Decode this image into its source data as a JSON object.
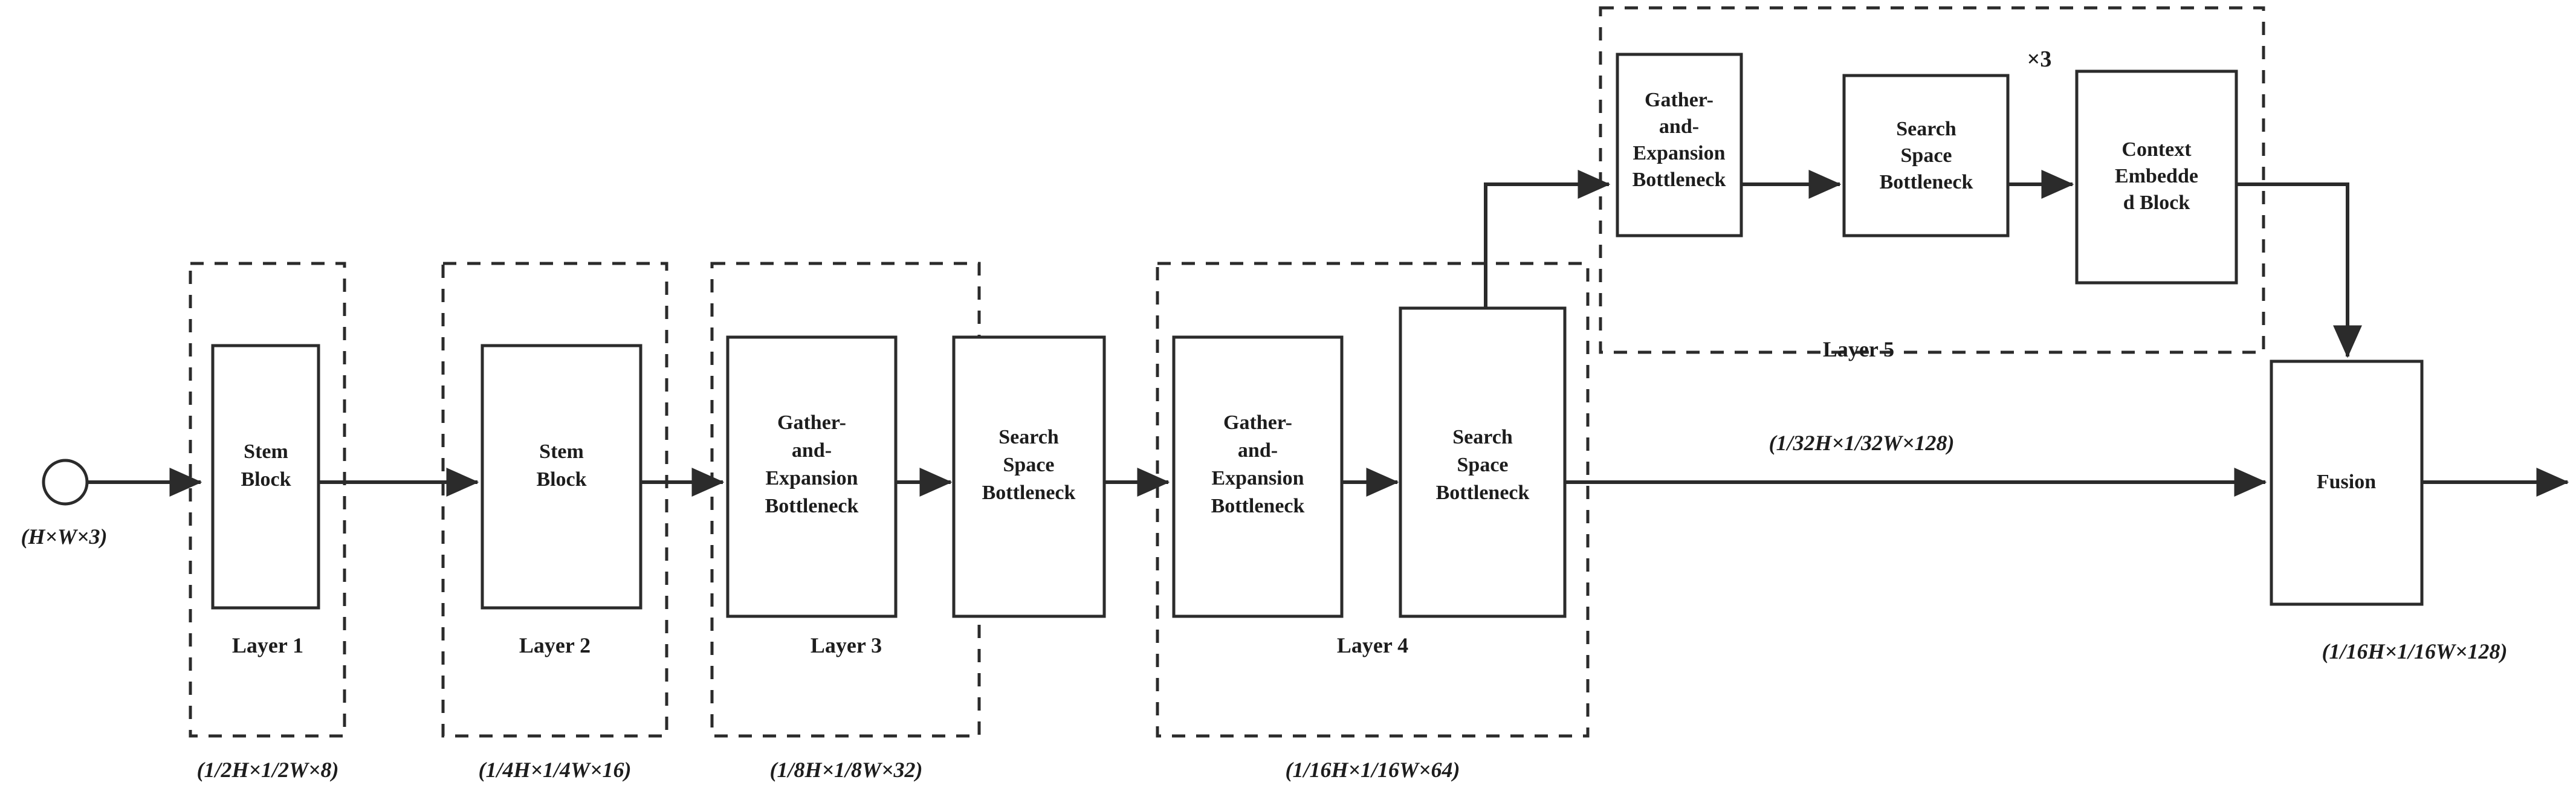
{
  "figure": {
    "type": "network-architecture-block-diagram",
    "background_color": "#ffffff",
    "line_color": "#2b2b2b",
    "text_color": "#1d1d1d"
  },
  "input": {
    "node_name": "input-image",
    "shape": "circle",
    "label": "",
    "dimension_caption": "(H×W×3)"
  },
  "layers": [
    {
      "id": "layer-1",
      "group_label": "Layer 1",
      "dimension_caption": "(1/2H×1/2W×8)",
      "blocks": [
        {
          "id": "stem-block-1",
          "label": "Stem\nBlock"
        }
      ]
    },
    {
      "id": "layer-2",
      "group_label": "Layer 2",
      "dimension_caption": "(1/4H×1/4W×16)",
      "blocks": [
        {
          "id": "stem-block-2",
          "label": "Stem\nBlock"
        }
      ]
    },
    {
      "id": "layer-3",
      "group_label": "Layer 3",
      "dimension_caption": "(1/8H×1/8W×32)",
      "blocks": [
        {
          "id": "gather-and-expansion-bottleneck-3",
          "label": "Gather-\nand-\nExpansion\nBottleneck"
        },
        {
          "id": "search-space-bottleneck-3",
          "label": "Search\nSpace\nBottleneck"
        }
      ]
    },
    {
      "id": "layer-4",
      "group_label": "Layer 4",
      "dimension_caption": "(1/16H×1/16W×64)",
      "blocks": [
        {
          "id": "gather-and-expansion-bottleneck-4",
          "label": "Gather-\nand-\nExpansion\nBottleneck"
        },
        {
          "id": "search-space-bottleneck-4",
          "label": "Search\nSpace\nBottleneck"
        }
      ]
    },
    {
      "id": "layer-5",
      "group_label": "Layer 5",
      "dimension_caption": "(1/32H×1/32W×128)",
      "repeat_label": "×3",
      "blocks": [
        {
          "id": "gather-and-expansion-bottleneck-5",
          "label": "Gather-\nand-\nExpansion\nBottleneck"
        },
        {
          "id": "search-space-bottleneck-5",
          "label": "Search\nSpace\nBottleneck"
        },
        {
          "id": "context-embedded-block",
          "label": "Context\nEmbedde\nd Block"
        }
      ]
    }
  ],
  "fusion": {
    "id": "fusion-block",
    "label": "Fusion",
    "dimension_caption": "(1/16H×1/16W×128)"
  },
  "block_text": {
    "stem_block_l1": "Stem\nBlock",
    "stem_block_l2": "Stem\nBlock",
    "ge_bottleneck_l3": "Gather-\nand-\nExpansion\nBottleneck",
    "ss_bottleneck_l3": "Search\nSpace\nBottleneck",
    "ge_bottleneck_l4": "Gather-\nand-\nExpansion\nBottleneck",
    "ss_bottleneck_l4": "Search\nSpace\nBottleneck",
    "ge_bottleneck_l5": "Gather-\nand-\nExpansion\nBottleneck",
    "ss_bottleneck_l5": "Search\nSpace\nBottleneck",
    "context_embedded": "Context\nEmbedde\nd Block",
    "fusion": "Fusion"
  },
  "group_labels": {
    "layer1": "Layer 1",
    "layer2": "Layer 2",
    "layer3": "Layer 3",
    "layer4": "Layer 4",
    "layer5": "Layer 5"
  },
  "captions": {
    "input": "(H×W×3)",
    "layer1": "(1/2H×1/2W×8)",
    "layer2": "(1/4H×1/4W×16)",
    "layer3": "(1/8H×1/8W×32)",
    "layer4": "(1/16H×1/16W×64)",
    "layer5": "(1/32H×1/32W×128)",
    "fusion": "(1/16H×1/16W×128)"
  },
  "annotations": {
    "repeat_times": "×3"
  },
  "connections": [
    {
      "name": "input-to-layer1",
      "type": "arrow-right"
    },
    {
      "name": "layer1-to-layer2",
      "type": "arrow-right"
    },
    {
      "name": "layer2-to-layer3",
      "type": "arrow-right"
    },
    {
      "name": "layer3-internal",
      "type": "arrow-right"
    },
    {
      "name": "layer3-to-layer4",
      "type": "arrow-right"
    },
    {
      "name": "layer4-internal",
      "type": "arrow-right"
    },
    {
      "name": "layer4-branch-to-layer5",
      "type": "elbow-up-right-arrow"
    },
    {
      "name": "layer5-internal-1",
      "type": "arrow-right"
    },
    {
      "name": "layer5-internal-2",
      "type": "arrow-right"
    },
    {
      "name": "layer5-to-fusion",
      "type": "elbow-right-down-arrow"
    },
    {
      "name": "layer4-to-fusion",
      "type": "arrow-right"
    },
    {
      "name": "fusion-output",
      "type": "arrow-right"
    }
  ]
}
